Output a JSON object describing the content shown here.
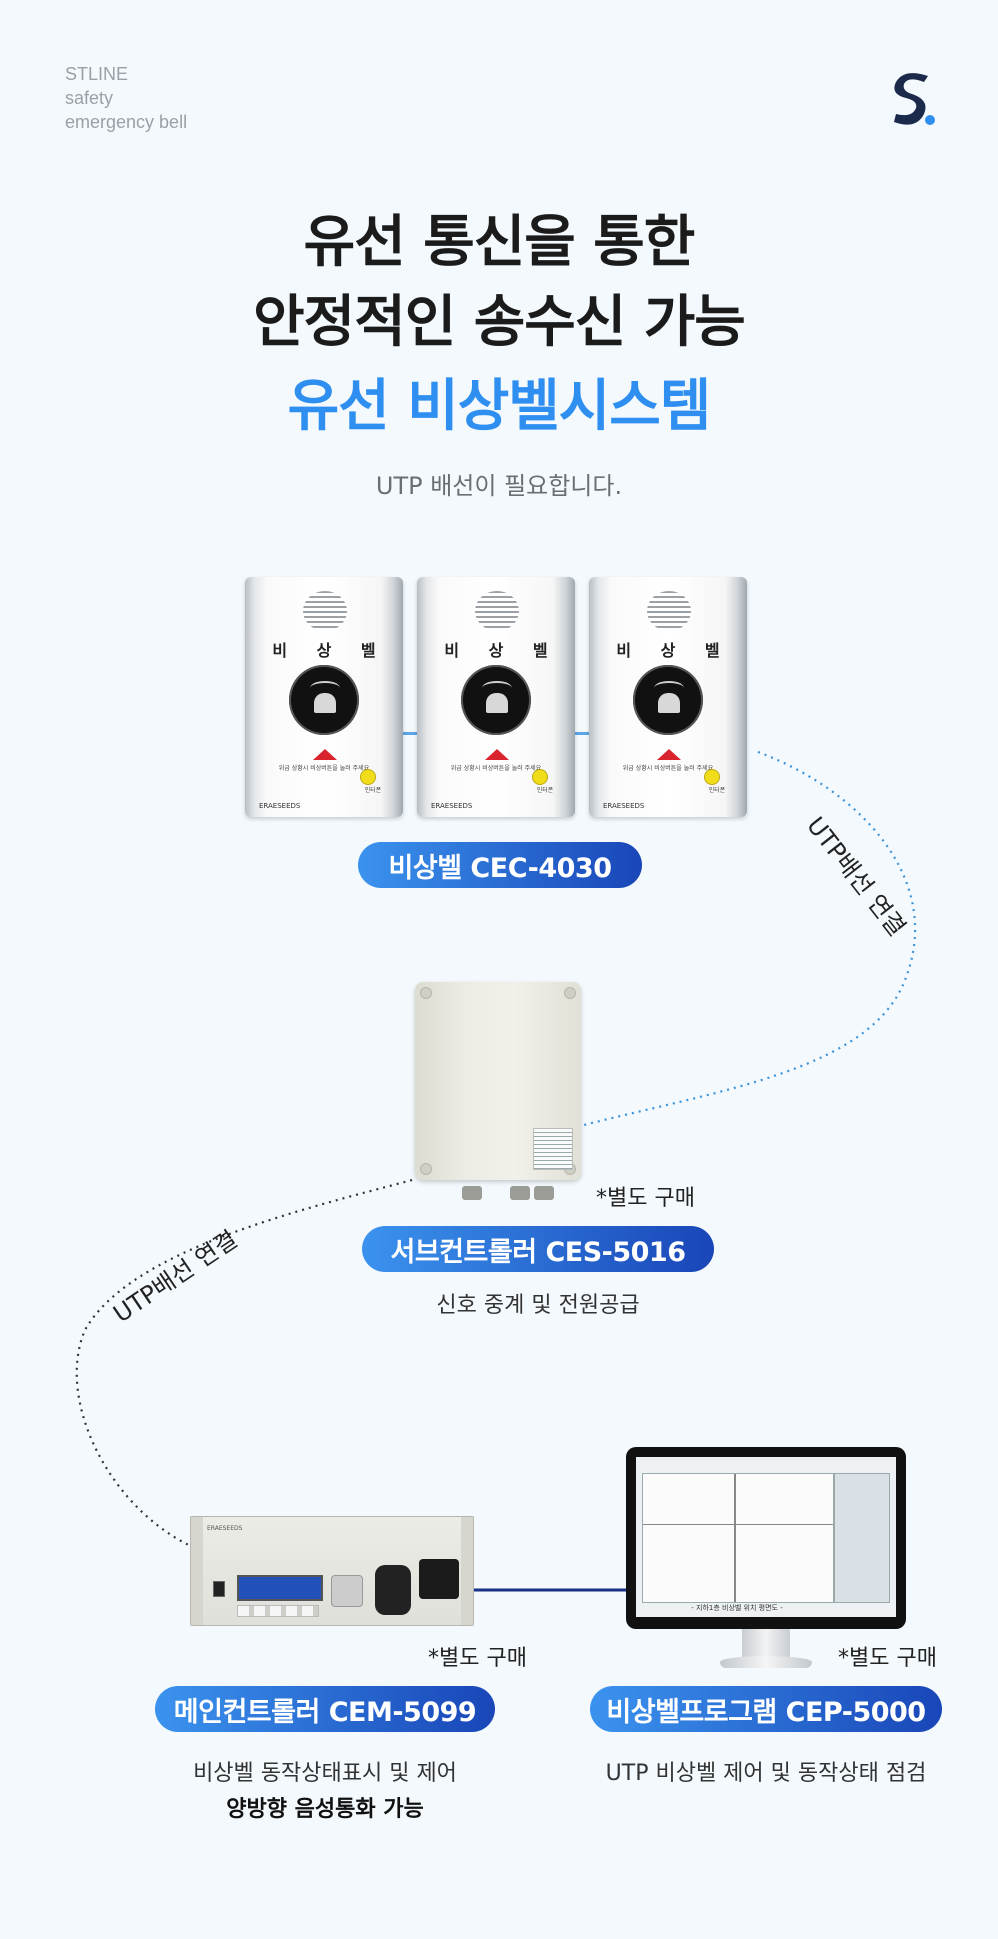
{
  "brand": {
    "lines": [
      "STLINE",
      "safety",
      "emergency bell"
    ]
  },
  "logo": {
    "icon": "stline-s-logo-icon",
    "color": "#1b2a4a"
  },
  "headline": {
    "line1": "유선 통신을 통한",
    "line2": "안정적인 송수신 가능",
    "line3": "유선 비상벨시스템",
    "subtitle": "UTP 배선이 필요합니다."
  },
  "bell": {
    "device_word": "비 상 벨",
    "device_note": "위급 상황시 비상버튼을 눌러 주세요",
    "device_sub": "인터폰",
    "device_maker": "ERAESEEDS",
    "label": "비상벨 CEC-4030"
  },
  "connections": {
    "label_right": "UTP배선 연결",
    "label_left": "UTP배선 연결"
  },
  "sub_controller": {
    "note": "*별도 구매",
    "label": "서브컨트롤러 CES-5016",
    "caption": "신호 중계 및 전원공급"
  },
  "main_controller": {
    "rack_tag": "ERAESEEDS",
    "note": "*별도 구매",
    "label": "메인컨트롤러 CEM-5099",
    "caption1": "비상벨 동작상태표시 및 제어",
    "caption2": "양방향 음성통화 가능"
  },
  "program": {
    "screen_caption": "- 지하1층 비상벨 위치 평면도 -",
    "note": "*별도 구매",
    "label": "비상벨프로그램 CEP-5000",
    "caption": "UTP 비상벨 제어 및 동작상태 점검"
  },
  "colors": {
    "accent": "#2f8ff0",
    "pill_start": "#3b93ee",
    "pill_end": "#1946b8",
    "cable": "#1a2f86",
    "dots_blue": "#3d93d9",
    "dots_dark": "#333333"
  }
}
